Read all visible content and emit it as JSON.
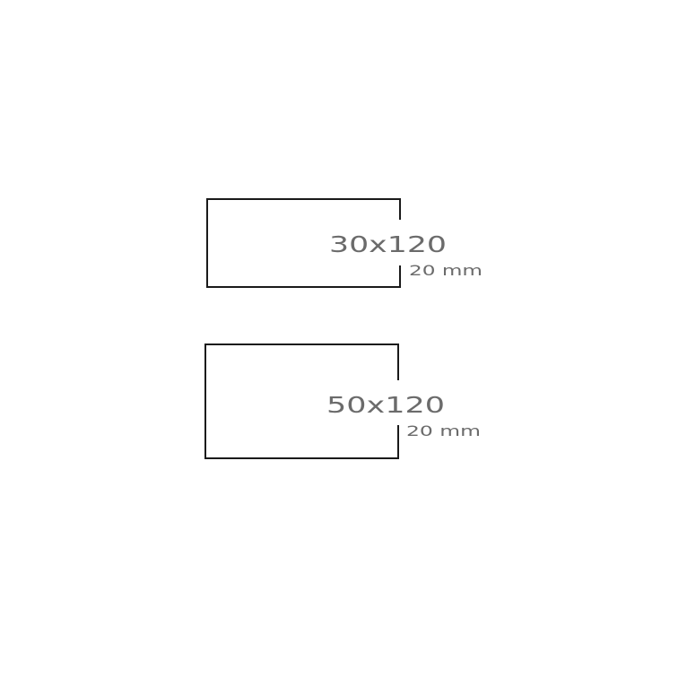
{
  "profiles": [
    {
      "size": "30x120",
      "thickness": "20 mm"
    },
    {
      "size": "50x120",
      "thickness": "20 mm"
    }
  ],
  "colors": {
    "outline": "#1a1a1a",
    "text": "#6b6b6b"
  }
}
